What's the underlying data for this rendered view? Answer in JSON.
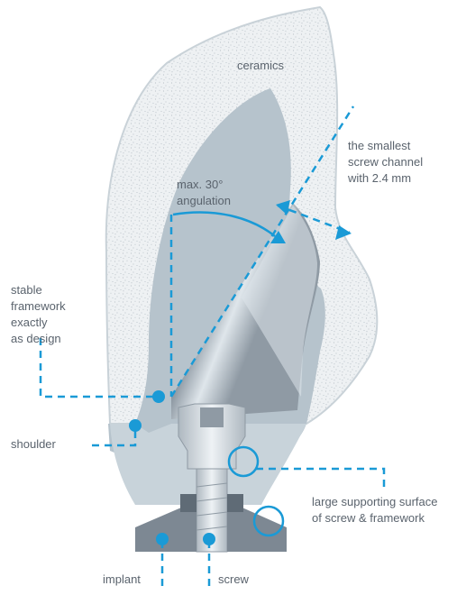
{
  "labels": {
    "ceramics": "ceramics",
    "angulation": [
      "max. 30°",
      "angulation"
    ],
    "screw_channel": [
      "the smallest",
      "screw channel",
      "with 2.4 mm"
    ],
    "framework": [
      "stable",
      "framework",
      "exactly",
      "as design"
    ],
    "shoulder": "shoulder",
    "supporting_surface": [
      "large supporting surface",
      "of screw & framework"
    ],
    "implant": "implant",
    "screw": "screw"
  },
  "colors": {
    "accent": "#1a9ad6",
    "framework": "#b6c3cc",
    "framework_light": "#c8d3da",
    "ceramic": "#eef1f3",
    "ceramic_dots": "#a9b3bb",
    "gum_outline": "#c9d2d8",
    "screw_light": "#dfe6eb",
    "screw_dark": "#5f6b76",
    "text": "#5a636d"
  }
}
